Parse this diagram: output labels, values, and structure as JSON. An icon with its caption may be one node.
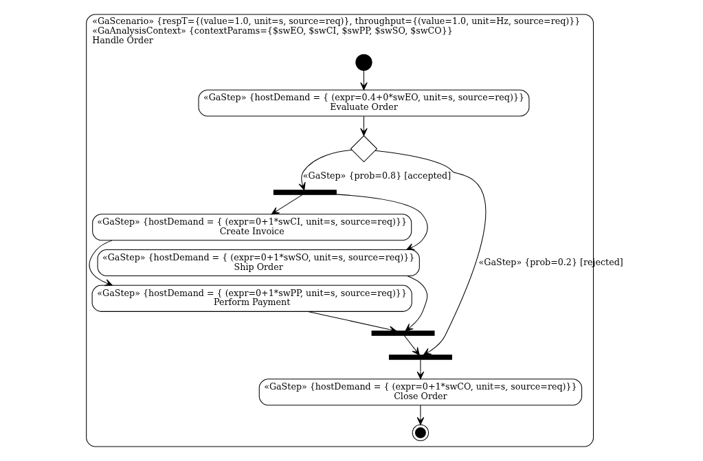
{
  "diagram": {
    "nodes": [
      {
        "text": [
          "«GaScenario» {respT={(value=1.0, unit=s, source=req)}, throughput={(value=1.0, unit=Hz, source=req)}}",
          "«GaAnalysisContext» {contextParams={$swEO, $swCI, $swPP, $swSO, $swCO}}",
          "Handle Order"
        ]
      },
      {
        "text": [],
        "shape": "circle",
        "in": 0
      },
      {
        "text": [
          "«GaStep» {hostDemand = { (expr=0.4+0*swEO, unit=s, source=req)}}",
          "Evaluate Order"
        ],
        "in": 0
      },
      {
        "text": [],
        "shape": "diamond",
        "in": 0
      },
      {
        "text": [],
        "shape": "bar",
        "in": 0
      },
      {
        "text": [
          "«GaStep» {hostDemand = { (expr=0+1*swCI, unit=s, source=req)}}",
          "Create Invoice"
        ],
        "in": 0
      },
      {
        "text": [
          "«GaStep» {hostDemand = { (expr=0+1*swSO, unit=s, source=req)}}",
          "Ship Order"
        ],
        "in": 0
      },
      {
        "text": [
          "«GaStep» {hostDemand = { (expr=0+1*swPP, unit=s, source=req)}}",
          "Perform Payment"
        ],
        "in": 0
      },
      {
        "text": [],
        "shape": "bar",
        "in": 0
      },
      {
        "text": [],
        "shape": "bar",
        "in": 0
      },
      {
        "text": [
          "«GaStep» {hostDemand = { (expr=0+1*swCO, unit=s, source=req)}}",
          "Close Order"
        ],
        "in": 0
      },
      {
        "text": [],
        "shape": "bullseye",
        "in": 0
      }
    ],
    "edges": [
      {
        "from": 1,
        "to": 2,
        "arrow": "to"
      },
      {
        "from": 2,
        "to": 3,
        "arrow": "to"
      },
      {
        "from": 3,
        "to": 4,
        "arrow": "to",
        "label": "«GaStep» {prob=0.8} [accepted]"
      },
      {
        "from": 4,
        "to": 5,
        "arrow": "to"
      },
      {
        "from": 4,
        "to": 6,
        "arrow": "to"
      },
      {
        "from": 5,
        "to": 7,
        "arrow": "to"
      },
      {
        "from": 7,
        "to": 8,
        "arrow": "to"
      },
      {
        "from": 6,
        "to": 8,
        "arrow": "to"
      },
      {
        "from": 8,
        "to": 9,
        "arrow": "to"
      },
      {
        "from": 3,
        "to": 9,
        "arrow": "to",
        "label": "«GaStep» {prob=0.2} [rejected]"
      },
      {
        "from": 9,
        "to": 10,
        "arrow": "to"
      },
      {
        "from": 10,
        "to": 11,
        "arrow": "to"
      }
    ]
  }
}
